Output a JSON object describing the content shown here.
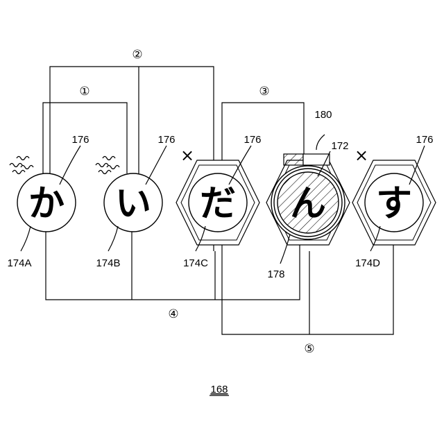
{
  "figure_number": "168",
  "tiles": [
    {
      "char": "か",
      "label": "174A",
      "part": "176"
    },
    {
      "char": "い",
      "label": "174B",
      "part": "176"
    },
    {
      "char": "だ",
      "label": "174C",
      "part": "176"
    },
    {
      "char": "ん",
      "part": "172"
    },
    {
      "char": "す",
      "label": "174D",
      "part": "176"
    }
  ],
  "part_labels": {
    "slot": "180",
    "ring": "178"
  },
  "wires": {
    "w1": "①",
    "w2": "②",
    "w3": "③",
    "w4": "④",
    "w5": "⑤"
  },
  "marks": {
    "cross": "×"
  }
}
